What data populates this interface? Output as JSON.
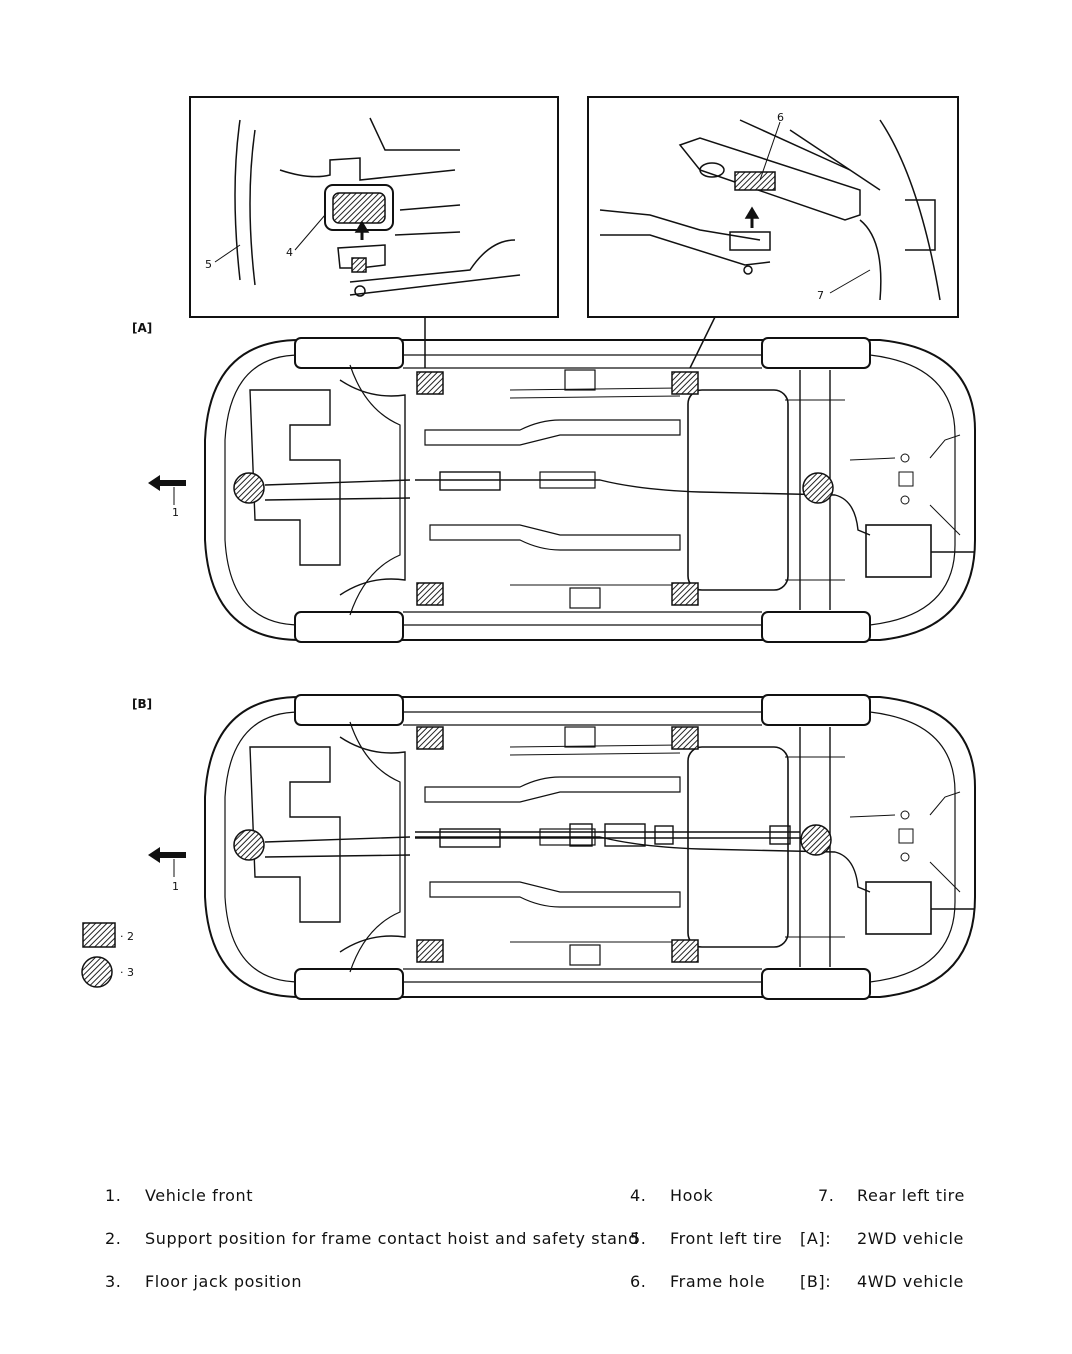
{
  "figure": {
    "panel_a_tag": "[A]",
    "panel_b_tag": "[B]",
    "callouts": {
      "c1": "1",
      "c4": "4",
      "c5": "5",
      "c6": "6",
      "c7": "7"
    },
    "key": {
      "square_label": "· 2",
      "circle_label": "· 3"
    },
    "colors": {
      "line": "#111111",
      "hatch": "#222222"
    }
  },
  "legend": {
    "rows": [
      {
        "n1": "1.",
        "t1": "Vehicle front",
        "n2": "4.",
        "t2": "Hook",
        "n3": "7.",
        "t3": "Rear left tire"
      },
      {
        "n1": "2.",
        "t1": "Support position for frame contact hoist and safety stand",
        "n2": "5.",
        "t2": "Front left tire",
        "n3": "[A]:",
        "t3": "2WD vehicle"
      },
      {
        "n1": "3.",
        "t1": "Floor jack position",
        "n2": "6.",
        "t2": "Frame hole",
        "n3": "[B]:",
        "t3": "4WD vehicle"
      }
    ]
  }
}
